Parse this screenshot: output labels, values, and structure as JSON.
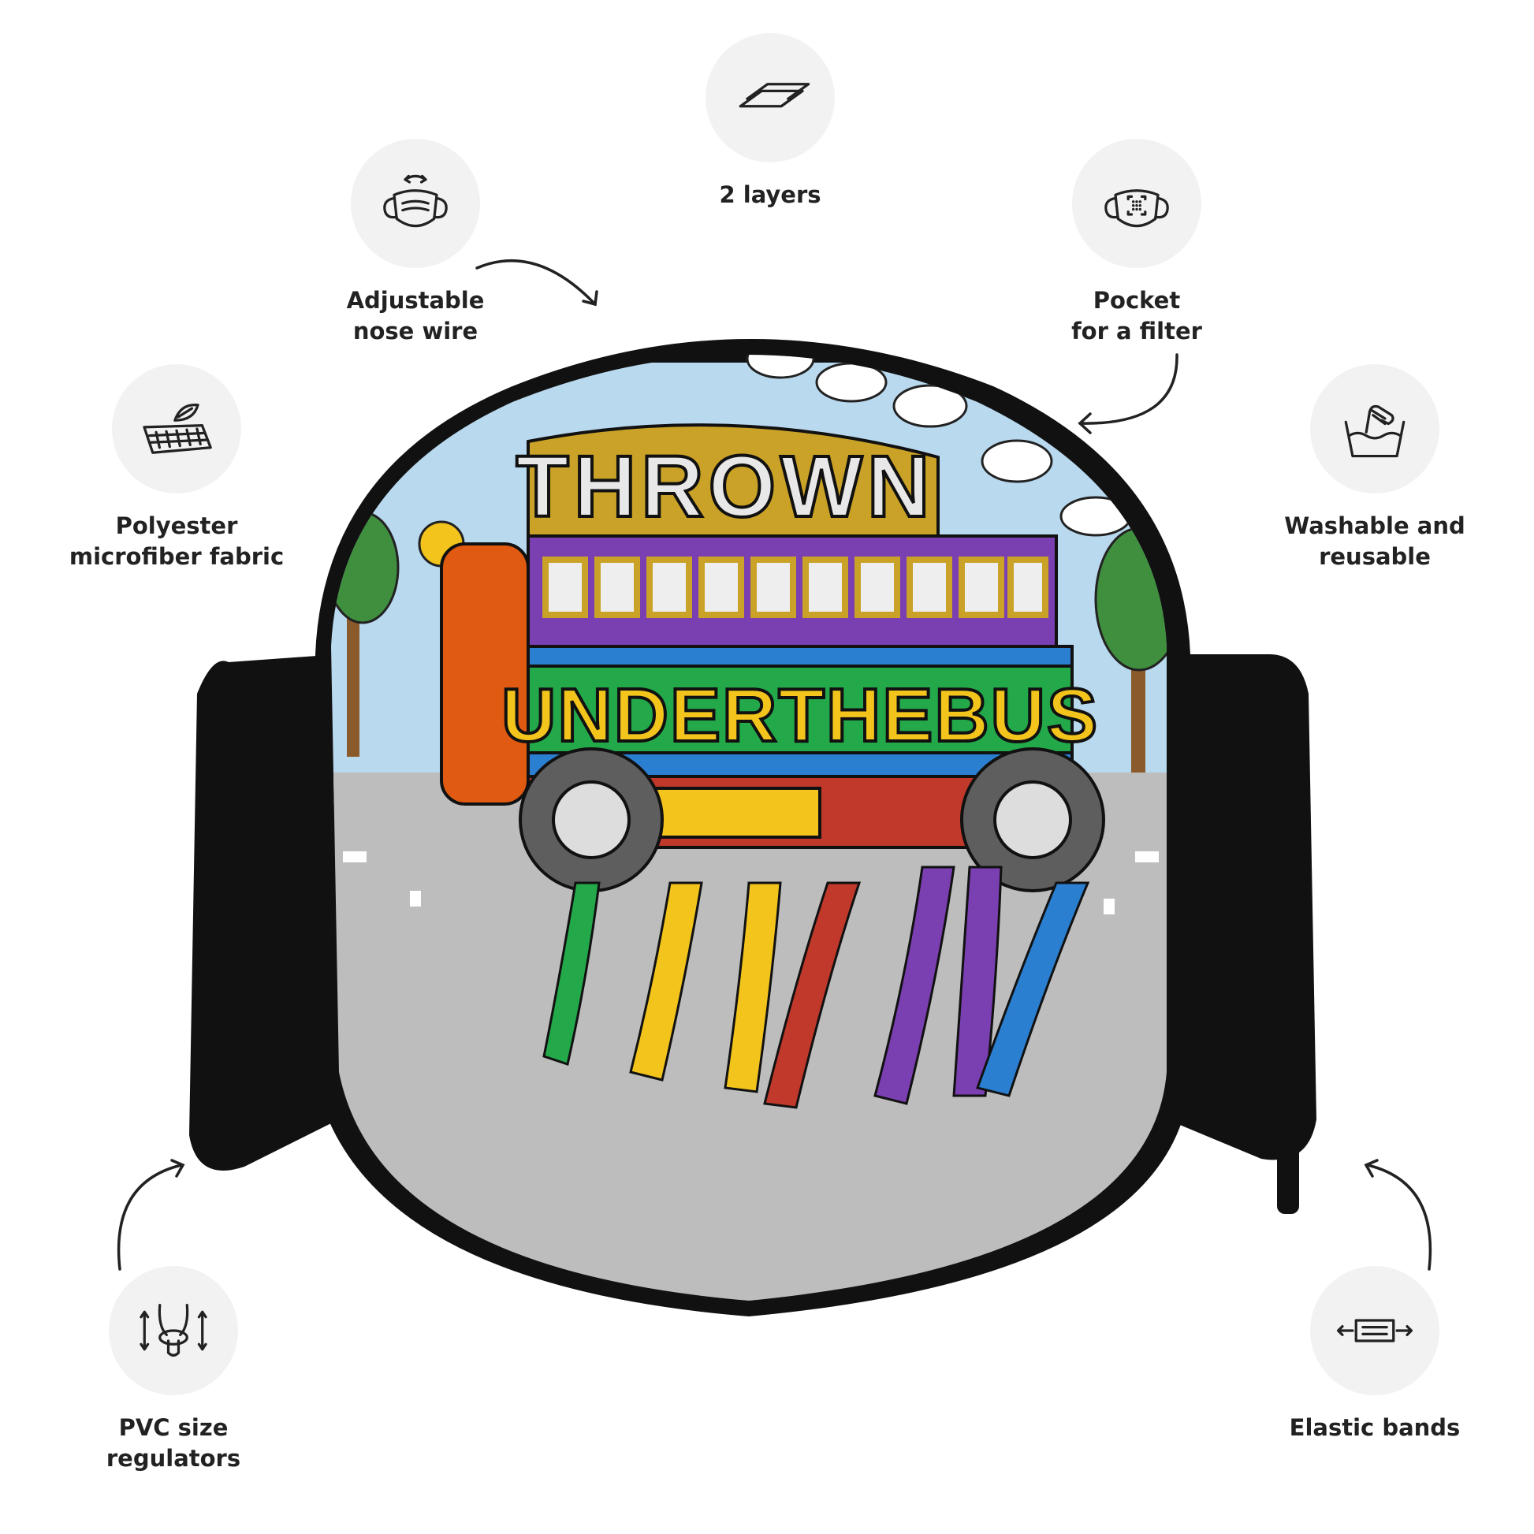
{
  "features": {
    "two_layers": {
      "label": "2 layers",
      "icon": "layers-icon"
    },
    "nose_wire": {
      "label": "Adjustable\nnose wire",
      "icon": "nose-wire-icon"
    },
    "pocket": {
      "label": "Pocket\nfor a filter",
      "icon": "filter-pocket-icon"
    },
    "fabric": {
      "label": "Polyester\nmicrofiber fabric",
      "icon": "fabric-icon"
    },
    "washable": {
      "label": "Washable and\nreusable",
      "icon": "hand-wash-icon"
    },
    "regulators": {
      "label": "PVC size\nregulators",
      "icon": "size-regulator-icon"
    },
    "elastic": {
      "label": "Elastic bands",
      "icon": "elastic-band-icon"
    }
  },
  "mask_print": {
    "top_word": "THROWN",
    "bottom_words": "UNDERTHEBUS"
  },
  "colors": {
    "mask": "#111111",
    "sky": "#b9d9ef",
    "road": "#bdbdbd",
    "bus_purple": "#7a3fb0",
    "bus_green": "#23a84a",
    "bus_gold": "#c9a227",
    "bus_orange": "#e05a12",
    "icon_bg": "#f2f2f2"
  }
}
